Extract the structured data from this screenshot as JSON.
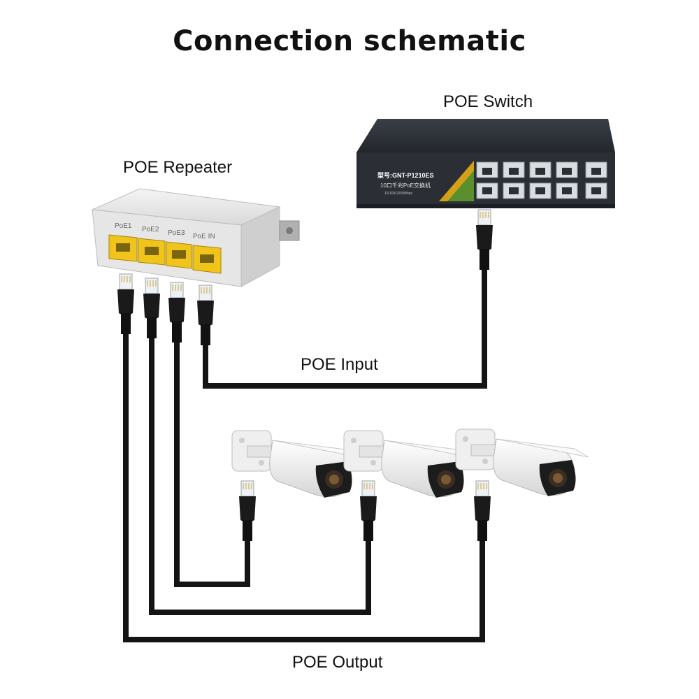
{
  "title": "Connection schematic",
  "labels": {
    "poe_switch": "POE Switch",
    "poe_repeater": "POE Repeater",
    "poe_input": "POE Input",
    "poe_output": "POE Output"
  },
  "switch": {
    "model": "型号:GNT-P1210ES",
    "subtitle": "10口千兆PoE交换机",
    "speed": "10/100/1000Mbps"
  },
  "repeater": {
    "ports": [
      "PoE1",
      "PoE2",
      "PoE3",
      "PoE IN"
    ]
  },
  "colors": {
    "cable": "#141414",
    "switch_body": "#2b2f35",
    "repeater_body": "#e6e6e6",
    "repeater_port": "#f0c419",
    "camera_body": "#f2f2f2"
  }
}
